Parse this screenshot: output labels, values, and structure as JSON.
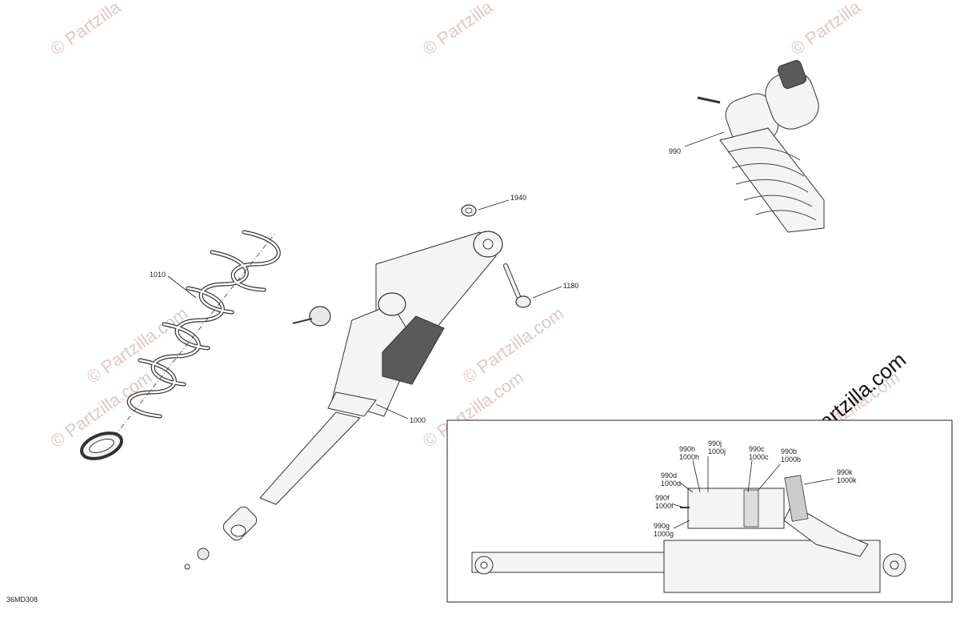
{
  "diagram": {
    "code": "36MD308",
    "watermarks": [
      "© Partzilla",
      "© Partzilla",
      "© Partzilla",
      "© Partzilla.com",
      "© Partzilla.com",
      "© Partzilla.com",
      "© Partzilla.com",
      "© Partzilla.com"
    ],
    "corner_watermark": "© Partzilla.com",
    "callouts": {
      "c990": "990",
      "c1940": "1940",
      "c1010": "1010",
      "c1180": "1180",
      "c1000": "1000"
    },
    "inset_callouts": {
      "h1": "990h",
      "h2": "1000h",
      "j1": "990j",
      "j2": "1000j",
      "c1": "990c",
      "c2": "1000c",
      "b1": "990b",
      "b2": "1000b",
      "d1": "990d",
      "d2": "1000d",
      "k1": "990k",
      "k2": "1000k",
      "f1": "990f",
      "f2": "1000f",
      "g1": "990g",
      "g2": "1000g"
    }
  }
}
